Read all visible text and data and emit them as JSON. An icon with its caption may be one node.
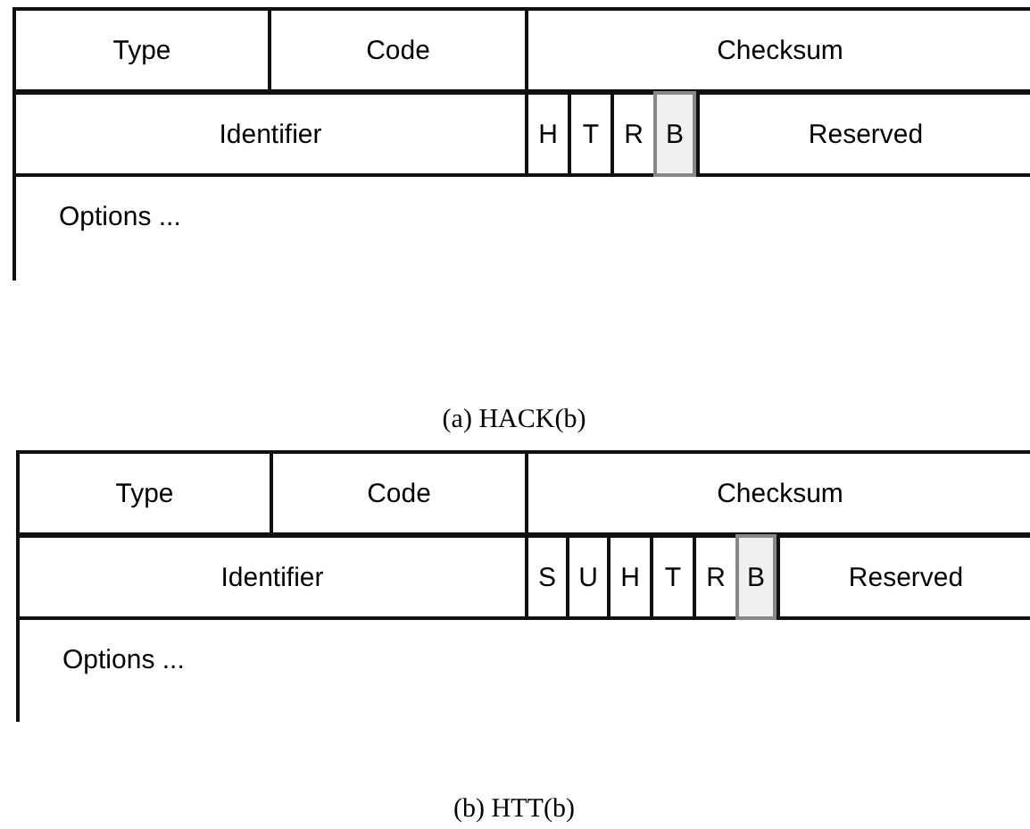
{
  "diagram": {
    "nodes": [
      {
        "text": [
          "Type"
        ]
      },
      {
        "text": [
          "Code"
        ]
      },
      {
        "text": [
          "Checksum"
        ]
      },
      {
        "text": [
          "Identifier"
        ]
      },
      {
        "text": [
          "H"
        ]
      },
      {
        "text": [
          "T"
        ]
      },
      {
        "text": [
          "R"
        ]
      },
      {
        "text": [
          "B"
        ]
      },
      {
        "text": [
          "Reserved"
        ]
      },
      {
        "text": [
          "Options ..."
        ]
      },
      {
        "text": [
          "Type"
        ]
      },
      {
        "text": [
          "Code"
        ]
      },
      {
        "text": [
          "Checksum"
        ]
      },
      {
        "text": [
          "Identifier"
        ]
      },
      {
        "text": [
          "S"
        ]
      },
      {
        "text": [
          "U"
        ]
      },
      {
        "text": [
          "H"
        ]
      },
      {
        "text": [
          "T"
        ]
      },
      {
        "text": [
          "R"
        ]
      },
      {
        "text": [
          "B"
        ]
      },
      {
        "text": [
          "Reserved"
        ]
      },
      {
        "text": [
          "Options ..."
        ]
      }
    ],
    "labels": [
      "(a) HACK(b)",
      "(b) HTT(b)"
    ]
  }
}
